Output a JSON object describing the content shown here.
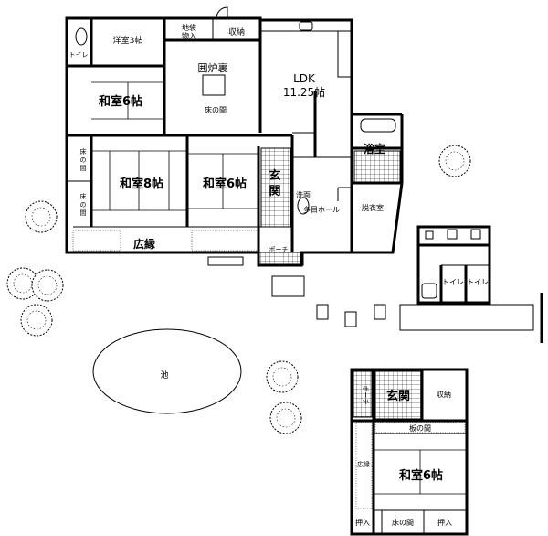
{
  "rooms": {
    "western_room": "洋室3帖",
    "toilet_main": "トイレ",
    "closet_futon": "地袋\n物入",
    "storage_top": "収納",
    "irori": "囲炉裏",
    "tokonoma_center": "床の間",
    "washitsu_6_top": "和室6帖",
    "ldk": "LDK",
    "ldk_size": "11.25帖",
    "tokonoma_left1": "床\nの\n間",
    "tokonoma_left2": "床\nの\n間",
    "washitsu_8": "和室8帖",
    "washitsu_6_mid": "和室6帖",
    "genkan_main": "玄\n関",
    "washroom": "洗面",
    "multi_hall": "多目ホール",
    "dressing": "脱衣室",
    "bath": "浴室",
    "hiroen_main": "広縁",
    "porch_main": "ポーチ",
    "pond": "池",
    "annex_toilet1": "トイレ",
    "annex_toilet2": "トイレ",
    "annex_porch": "ポーチ",
    "annex_genkan": "玄関",
    "annex_storage": "収納",
    "annex_itanoma": "板の間",
    "annex_hiroen": "広縁",
    "annex_washitsu": "和室6帖",
    "annex_oshiire1": "押入",
    "annex_tokonoma": "床の間",
    "annex_oshiire2": "押入"
  }
}
